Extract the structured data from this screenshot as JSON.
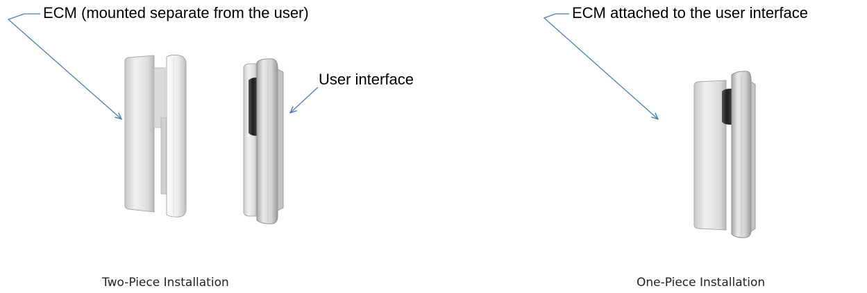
{
  "callouts": {
    "ecm_separate": "ECM (mounted separate from the user)",
    "user_interface": "User interface",
    "ecm_attached": "ECM attached to the user interface"
  },
  "captions": {
    "two_piece": "Two-Piece Installation",
    "one_piece": "One-Piece Installation"
  },
  "colors": {
    "leader_line": "#4a7ebb",
    "device_body": "#e6e6e6",
    "device_shadow": "#b8b8b8",
    "device_dark": "#2a2a2a"
  },
  "icons": {
    "ecm_module": "ecm-side-view",
    "user_interface_module": "user-interface-side-view"
  }
}
